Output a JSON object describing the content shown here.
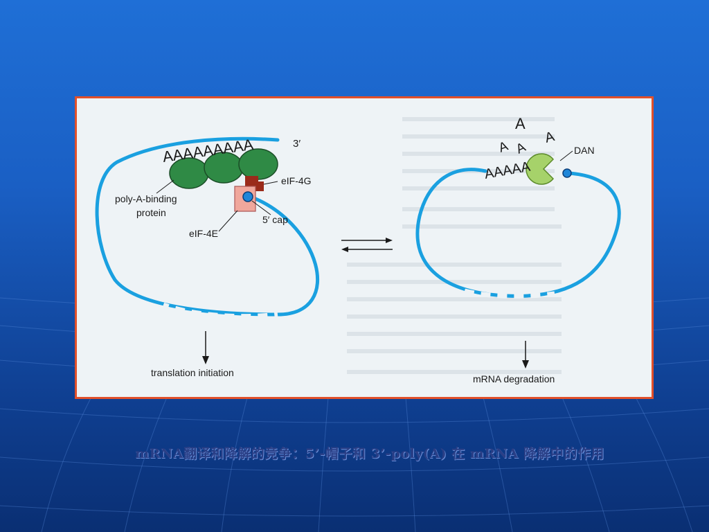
{
  "figure": {
    "left": {
      "poly_a_tail": "AAAAAAAAA",
      "three_prime": "3′",
      "label_eif4g": "eIF-4G",
      "label_pabp_line1": "poly-A-binding",
      "label_pabp_line2": "protein",
      "label_five_cap": "5′ cap",
      "label_eif4e": "eIF-4E",
      "outcome": "translation initiation"
    },
    "right": {
      "released_a": [
        "A",
        "A",
        "A",
        "A"
      ],
      "short_tail": "AAAAA",
      "label_dan": "DAN",
      "outcome": "mRNA degradation"
    }
  },
  "caption": "mRNA翻译和降解的竞争：5’-帽子和 3’-poly(A) 在 mRNA 降解中的作用",
  "colors": {
    "mrna": "#1aa0e0",
    "pabp": "#2f8a45",
    "eif4g": "#9a2a1a",
    "eif4e": "#f0a79c",
    "dan": "#a6d26a",
    "cap": "#1f86d8",
    "frame": "#e2502a"
  }
}
